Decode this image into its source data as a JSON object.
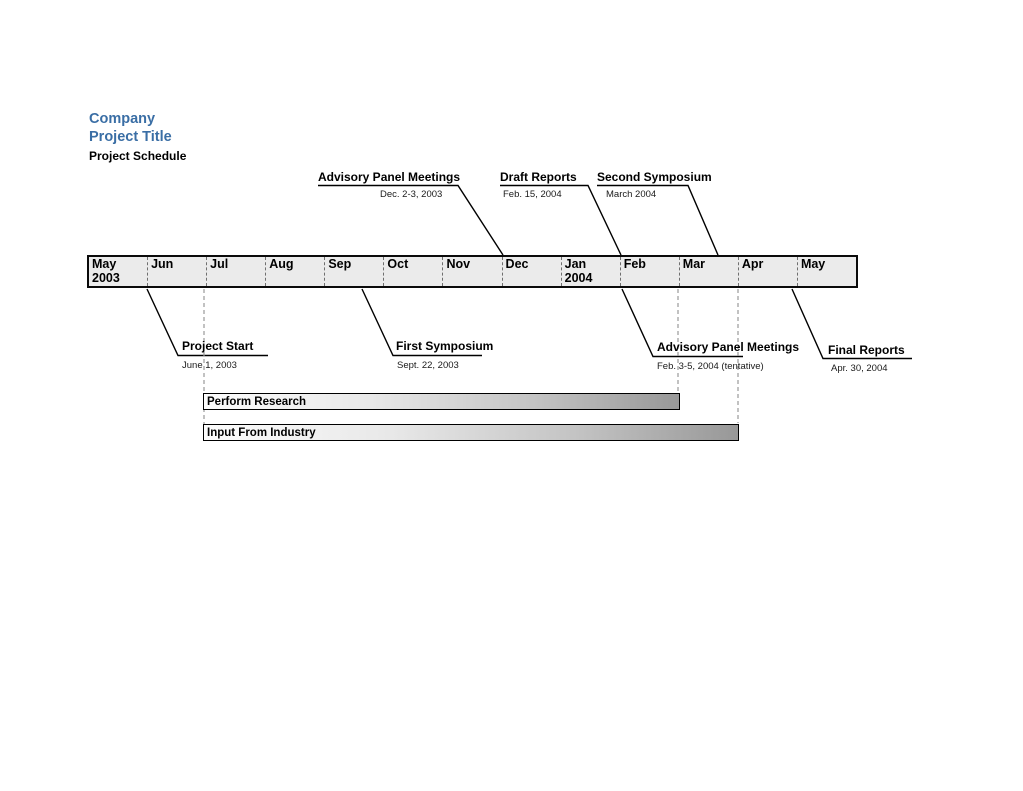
{
  "header": {
    "company": "Company",
    "project_title": "Project Title",
    "schedule_title": "Project Schedule"
  },
  "timeline": {
    "months": [
      {
        "label": "May",
        "sublabel": "2003"
      },
      {
        "label": "Jun"
      },
      {
        "label": "Jul"
      },
      {
        "label": "Aug"
      },
      {
        "label": "Sep"
      },
      {
        "label": "Oct"
      },
      {
        "label": "Nov"
      },
      {
        "label": "Dec"
      },
      {
        "label": "Jan",
        "sublabel": "2004"
      },
      {
        "label": "Feb"
      },
      {
        "label": "Mar"
      },
      {
        "label": "Apr"
      },
      {
        "label": "May"
      }
    ]
  },
  "milestones_above": [
    {
      "label": "Advisory Panel Meetings",
      "date": "Dec. 2-3, 2003"
    },
    {
      "label": "Draft Reports",
      "date": "Feb. 15, 2004"
    },
    {
      "label": "Second Symposium",
      "date": "March 2004"
    }
  ],
  "milestones_below": [
    {
      "label": "Project Start",
      "date": "June 1, 2003"
    },
    {
      "label": "First Symposium",
      "date": "Sept. 22, 2003"
    },
    {
      "label": "Advisory Panel Meetings",
      "date": "Feb. 3-5, 2004 (tentative)"
    },
    {
      "label": "Final Reports",
      "date": "Apr. 30, 2004"
    }
  ],
  "tasks": [
    {
      "label": "Perform Research"
    },
    {
      "label": "Input From Industry"
    }
  ],
  "colors": {
    "accent_blue": "#3a6ea5",
    "timeline_fill": "#ebebeb",
    "timeline_border": "#0a0a0a",
    "task_gradient_start": "#fcfcfc",
    "task_gradient_end": "#989898",
    "guide_dash": "#9a9a9a",
    "line_black": "#000000"
  }
}
